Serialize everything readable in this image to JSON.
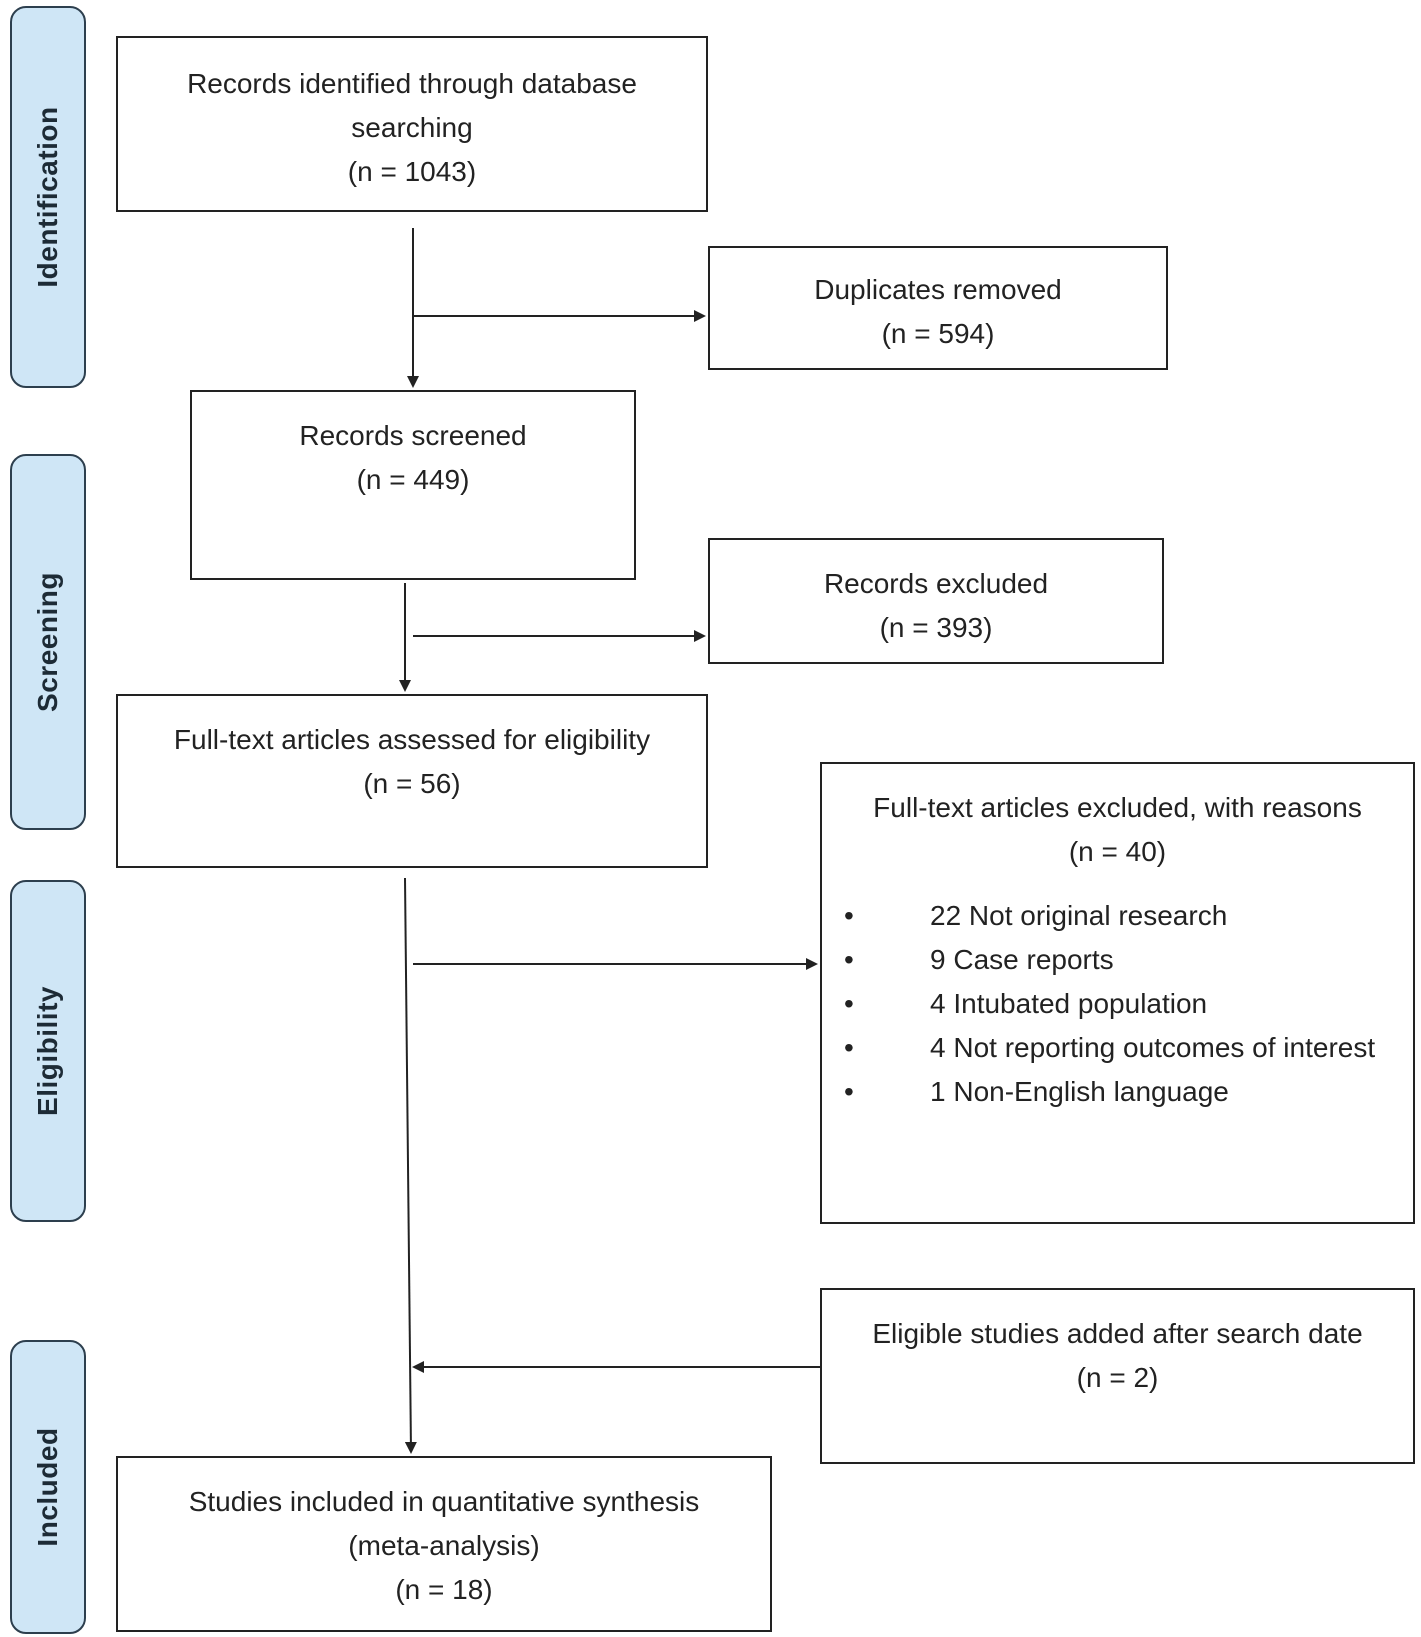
{
  "phases": {
    "identification": "Identification",
    "screening": "Screening",
    "eligibility": "Eligibility",
    "included": "Included"
  },
  "boxes": {
    "identified": {
      "line1": "Records identified through database",
      "line2": "searching",
      "count": "(n = 1043)"
    },
    "duplicates": {
      "label": "Duplicates removed",
      "count": "(n = 594)"
    },
    "screened": {
      "label": "Records screened",
      "count": "(n = 449)"
    },
    "records_excluded": {
      "label": "Records excluded",
      "count": "(n = 393)"
    },
    "fulltext_assessed": {
      "label": "Full-text articles assessed for eligibility",
      "count": "(n = 56)"
    },
    "fulltext_excluded": {
      "label": "Full-text articles excluded, with reasons",
      "count": "(n = 40)",
      "bullet": "•",
      "reasons": [
        "22   Not original research",
        "9 Case reports",
        "4  Intubated population",
        "4  Not reporting outcomes of interest",
        "1  Non-English language"
      ]
    },
    "added_after_search": {
      "label": "Eligible studies added after search  date",
      "count": "(n = 2)"
    },
    "included": {
      "line1": "Studies included in quantitative synthesis",
      "line2": "(meta-analysis)",
      "count": "(n = 18)"
    }
  },
  "colors": {
    "phase_fill": "#cfe6f6",
    "phase_border": "#2d3f4e",
    "line": "#222222"
  }
}
